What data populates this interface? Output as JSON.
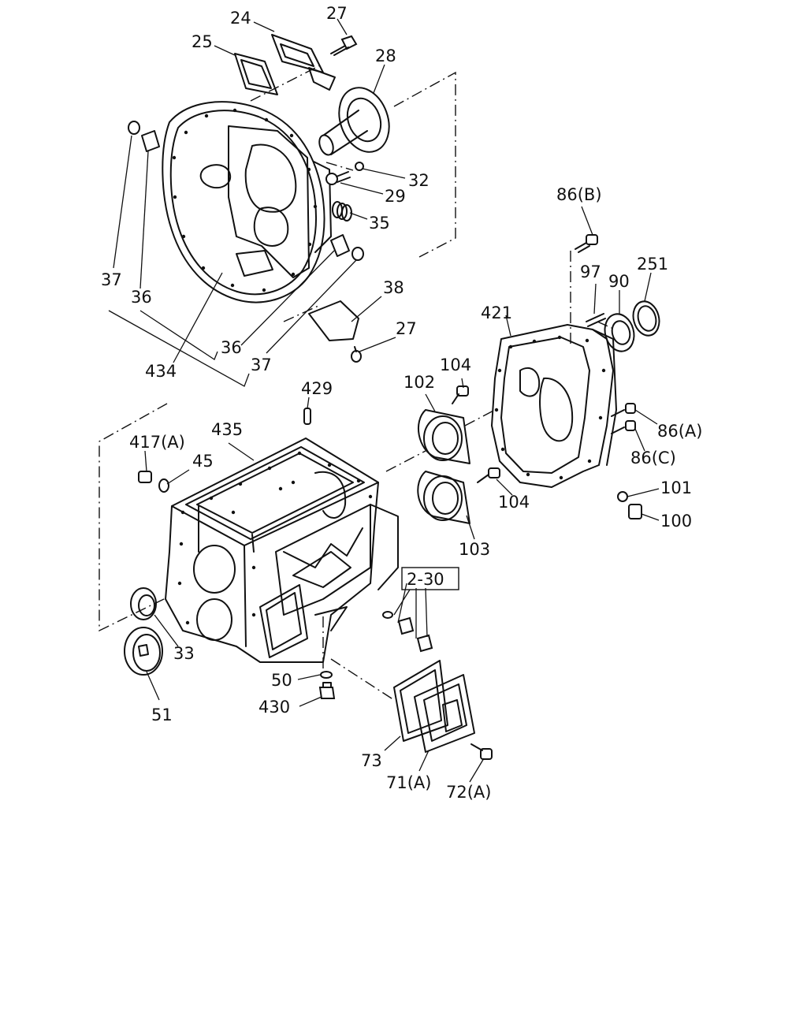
{
  "labels": {
    "l27a": "27",
    "l24": "24",
    "l25": "25",
    "l28": "28",
    "l32": "32",
    "l29": "29",
    "l35": "35",
    "l37a": "37",
    "l36a": "36",
    "l434": "434",
    "l36b": "36",
    "l37b": "37",
    "l38": "38",
    "l27b": "27",
    "l86b": "86(B)",
    "l97": "97",
    "l90": "90",
    "l251": "251",
    "l421": "421",
    "l104a": "104",
    "l102": "102",
    "l429": "429",
    "l435": "435",
    "l417a": "417(A)",
    "l45": "45",
    "l86a": "86(A)",
    "l86c": "86(C)",
    "l101": "101",
    "l100": "100",
    "l104b": "104",
    "l103": "103",
    "l230": "2-30",
    "l33": "33",
    "l50": "50",
    "l430": "430",
    "l51": "51",
    "l73": "73",
    "l71a": "71(A)",
    "l72a": "72(A)"
  }
}
